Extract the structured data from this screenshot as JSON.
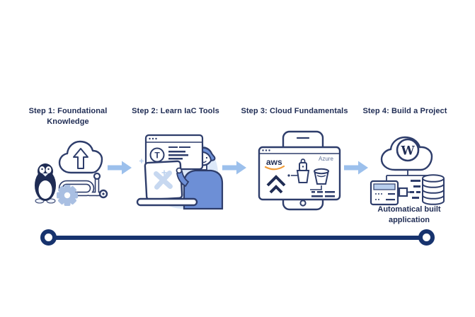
{
  "diagram": {
    "steps": [
      {
        "label": "Step 1: Foundational Knowledge",
        "illustration": "linux-cloud-pipeline"
      },
      {
        "label": "Step 2: Learn IaC Tools",
        "illustration": "developer-terraform-laptop"
      },
      {
        "label": "Step 3: Cloud Fundamentals",
        "illustration": "tablet-aws-azure-buckets"
      },
      {
        "label": "Step 4: Build a Project",
        "illustration": "wordpress-cloud-server-database",
        "caption": "Automatical built application"
      }
    ],
    "logos": {
      "terraform": "T",
      "aws": "aws",
      "azure": "Azure",
      "wordpress": "W"
    },
    "colors": {
      "title_text": "#1f2c54",
      "outline_navy": "#2e3d6b",
      "timeline_navy": "#17336e",
      "arrow_blue": "#9cc0ec",
      "figure_blue": "#6d8fd6",
      "soft_blue_fill": "#dce8f8",
      "light_blue_accent": "#c7d8f0",
      "aws_orange": "#f19b37",
      "azure_label": "#5f7197"
    }
  }
}
